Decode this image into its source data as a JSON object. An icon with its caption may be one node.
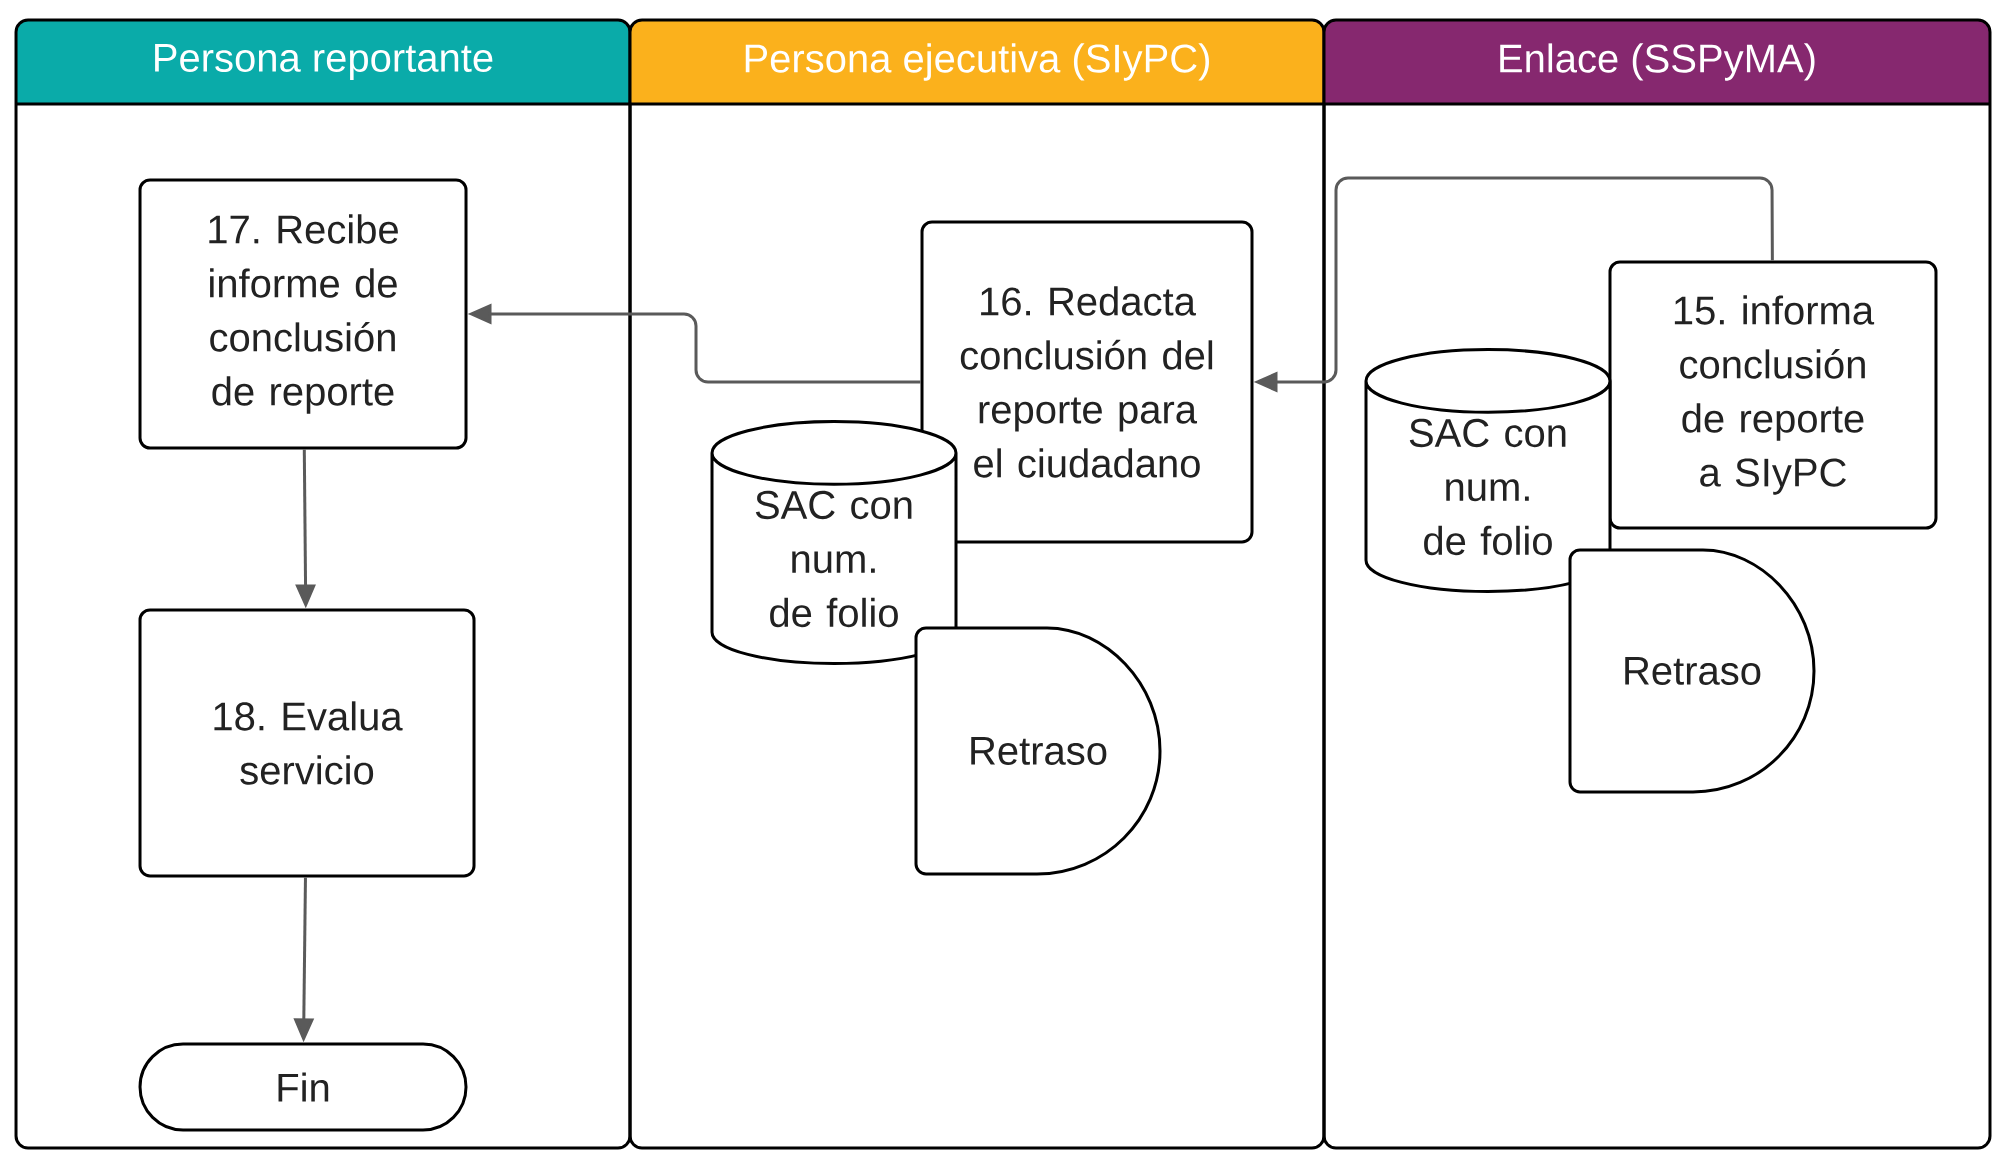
{
  "diagram": {
    "nodes": [
      {
        "text": [
          "Persona reportante"
        ]
      },
      {
        "text": [
          "Persona ejecutiva (SIyPC)"
        ]
      },
      {
        "text": [
          "Enlace (SSPyMA)"
        ]
      },
      {
        "text": [
          "17. Recibe informe de conclusión de reporte"
        ],
        "in": 0
      },
      {
        "text": [
          "16. Redacta conclusión del reporte para el ciudadano"
        ],
        "in": 1
      },
      {
        "text": [
          "SAC con num. de folio"
        ],
        "in": 1
      },
      {
        "text": [
          "Retraso"
        ],
        "in": 1
      },
      {
        "text": [
          "15. informa conclusión de reporte a SIyPC"
        ],
        "in": 2
      },
      {
        "text": [
          "SAC con num. de folio"
        ],
        "in": 2
      },
      {
        "text": [
          "Retraso"
        ],
        "in": 2
      },
      {
        "text": [
          "18. Evalua servicio"
        ],
        "in": 0
      },
      {
        "text": [
          "Fin"
        ],
        "in": 0
      }
    ],
    "edges": [
      {
        "from": 7,
        "to": 4,
        "arrow": "to"
      },
      {
        "from": 4,
        "to": 3,
        "arrow": "to"
      },
      {
        "from": 3,
        "to": 10,
        "arrow": "to"
      },
      {
        "from": 10,
        "to": 11,
        "arrow": "to"
      }
    ]
  }
}
